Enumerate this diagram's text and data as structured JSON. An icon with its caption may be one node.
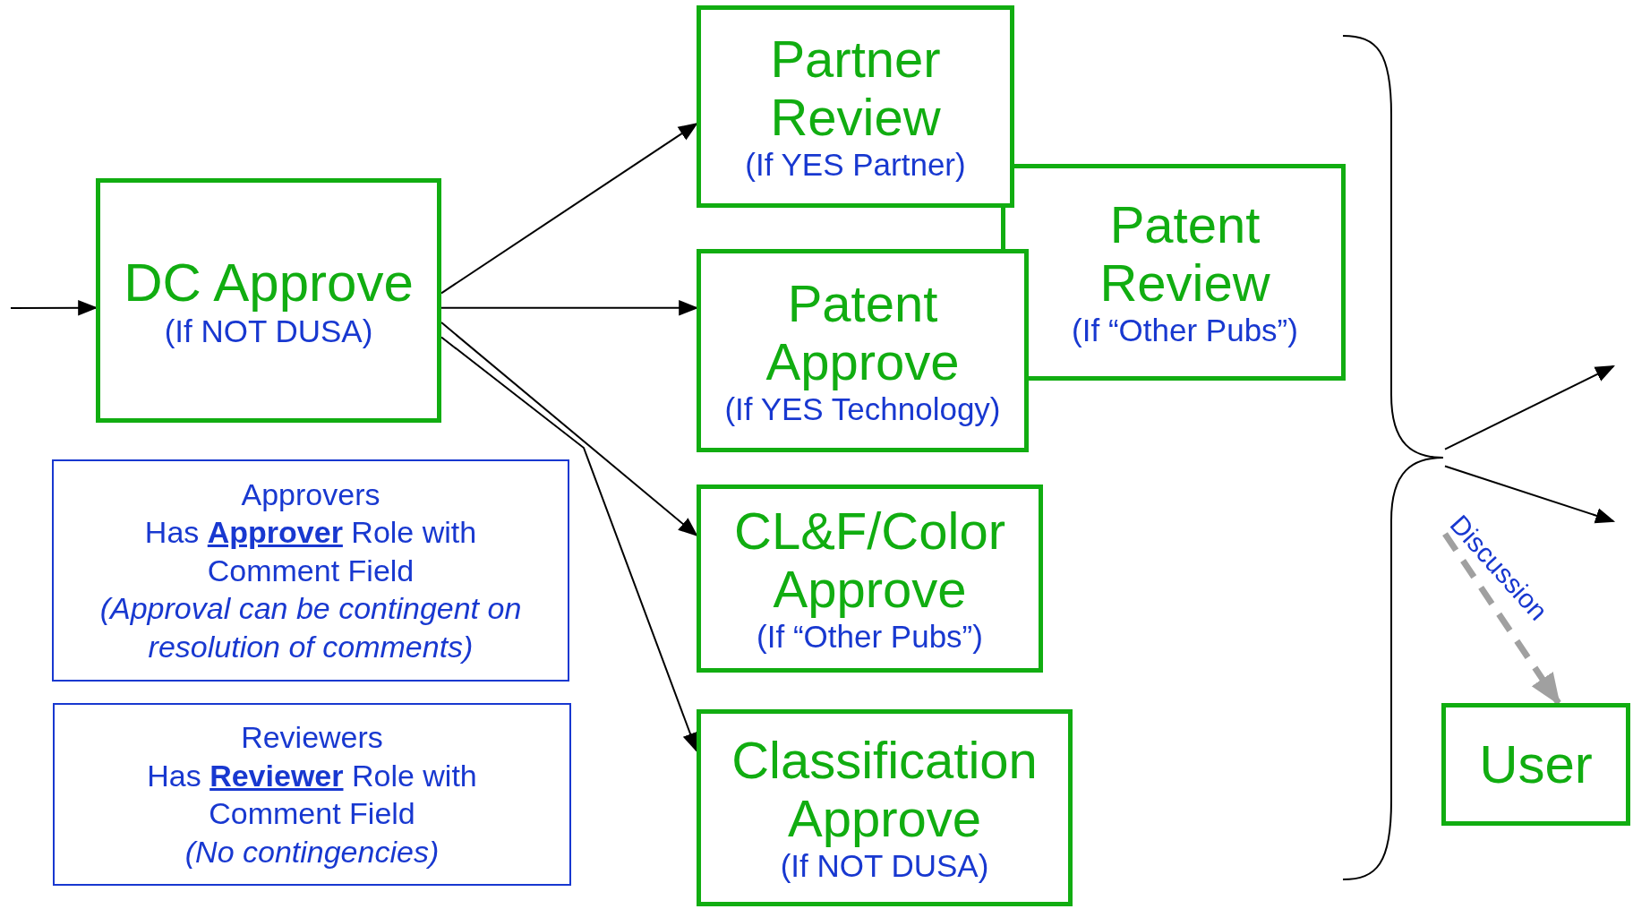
{
  "diagram": {
    "nodes": [
      {
        "text": [
          "DC Approve",
          "(If NOT DUSA)"
        ]
      },
      {
        "text": [
          "Partner Review",
          "(If YES Partner)"
        ]
      },
      {
        "text": [
          "Patent Review",
          "(If “Other Pubs”)"
        ]
      },
      {
        "text": [
          "Patent Approve",
          "(If YES Technology)"
        ]
      },
      {
        "text": [
          "CL&F/Color Approve",
          "(If “Other Pubs”)"
        ]
      },
      {
        "text": [
          "Classification Approve",
          "(If NOT DUSA)"
        ]
      },
      {
        "text": [
          "Approvers",
          "Has **Approver** Role with Comment Field",
          "(Approval can be contingent on resolution of comments)"
        ]
      },
      {
        "text": [
          "Reviewers",
          "Has **Reviewer** Role with Comment Field",
          "(No contingencies)"
        ]
      },
      {
        "text": [
          "User"
        ]
      },
      {
        "text": [],
        "shape": "brace"
      }
    ],
    "edges": [
      {
        "from": null,
        "to": 0,
        "arrow": "to"
      },
      {
        "from": 0,
        "to": 1,
        "arrow": "to"
      },
      {
        "from": 0,
        "to": 3,
        "arrow": "to"
      },
      {
        "from": 0,
        "to": 4,
        "arrow": "to"
      },
      {
        "from": 0,
        "to": 5,
        "arrow": "to"
      },
      {
        "from": 9,
        "to": null,
        "arrow": "to"
      },
      {
        "from": 9,
        "to": null,
        "arrow": "to"
      },
      {
        "from": 9,
        "to": 8,
        "arrow": "to",
        "label": "Discussion",
        "style": "dashed",
        "color": "#a0a0a0"
      }
    ]
  }
}
